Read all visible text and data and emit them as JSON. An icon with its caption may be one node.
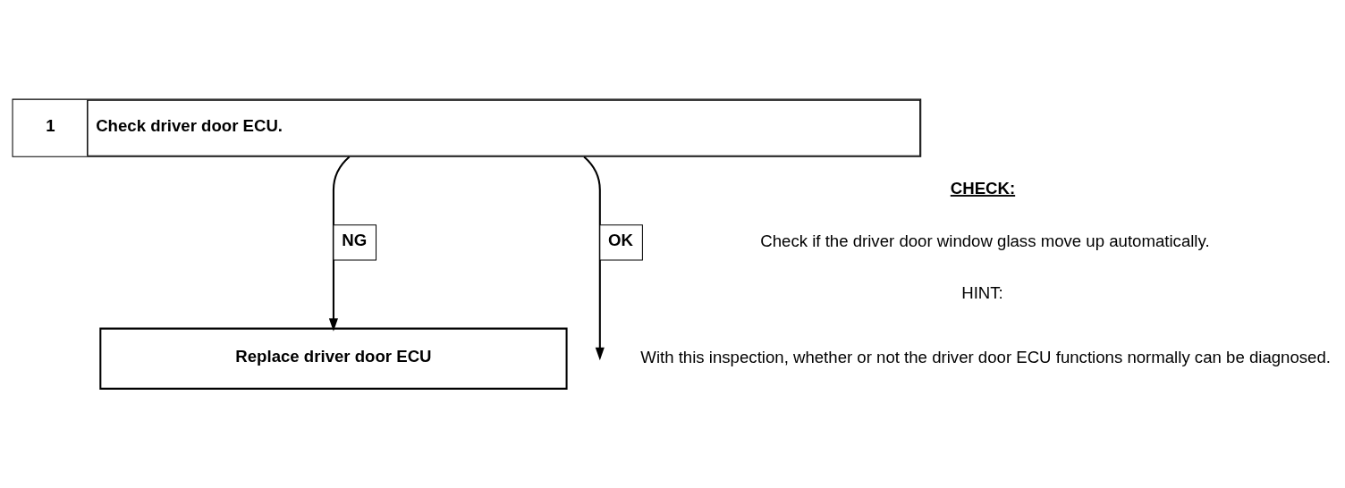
{
  "diagram": {
    "nodes": [
      {
        "text": [
          "1",
          "Check driver door ECU."
        ]
      },
      {
        "text": [
          "Replace driver door ECU"
        ]
      }
    ],
    "edges": [
      {
        "from": 0,
        "to": 1,
        "arrow": "to",
        "label": "NG"
      },
      {
        "from": 0,
        "to": null,
        "arrow": "to",
        "label": "OK"
      }
    ],
    "labels": [
      "CHECK:",
      "Check if the driver door window glass move up automatically.",
      "HINT:",
      "With this inspection, whether or not the driver door ECU functions normally can be diagnosed."
    ]
  }
}
